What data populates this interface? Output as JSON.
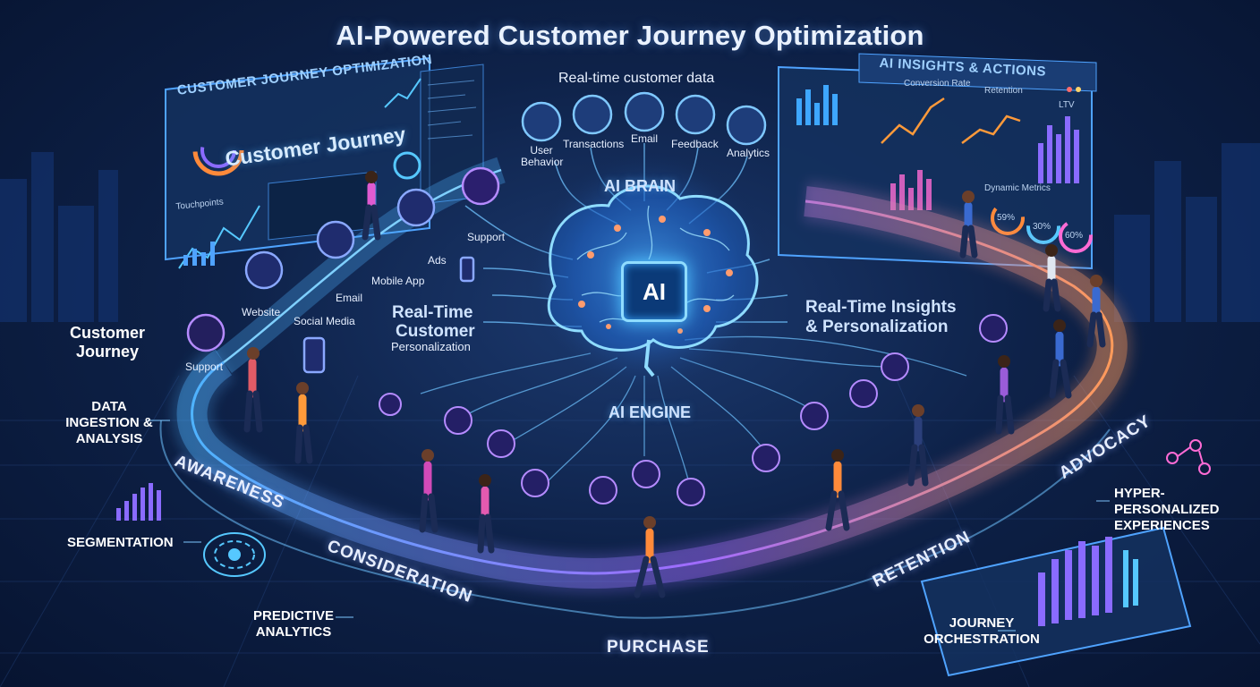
{
  "title": "AI-Powered Customer Journey Optimization",
  "left_panel": {
    "title": "CUSTOMER JOURNEY OPTIMIZATION",
    "headline": "Customer Journey",
    "small_label": "Touchpoints"
  },
  "right_panel": {
    "title": "AI INSIGHTS & ACTIONS",
    "metrics": [
      "Conversion Rate",
      "Retention",
      "LTV"
    ],
    "dynamic_title": "Dynamic Metrics",
    "gauges": [
      "59%",
      "30%",
      "60%"
    ]
  },
  "data_sources": {
    "header": "Real-time customer data",
    "items": [
      "User Behavior",
      "Transactions",
      "Email",
      "Feedback",
      "Analytics"
    ]
  },
  "brain": {
    "label": "AI BRAIN",
    "chip": "AI",
    "engine": "AI ENGINE"
  },
  "touchpoints": [
    "Support",
    "Website",
    "Email",
    "Social Media",
    "Mobile App",
    "Ads",
    "Support"
  ],
  "center_left": {
    "line1": "Real-Time",
    "line2": "Customer",
    "line3": "Personalization"
  },
  "center_right": {
    "line1": "Real-Time Insights",
    "line2": "& Personalization"
  },
  "left_column": {
    "journey": "Customer Journey",
    "ingestion": "DATA INGESTION & ANALYSIS",
    "segmentation": "SEGMENTATION",
    "predictive": "PREDICTIVE ANALYTICS"
  },
  "right_column": {
    "hyper": "HYPER-PERSONALIZED EXPERIENCES",
    "orchestration": "JOURNEY ORCHESTRATION"
  },
  "stages": [
    "AWARENESS",
    "CONSIDERATION",
    "PURCHASE",
    "RETENTION",
    "ADVOCACY"
  ],
  "colors": {
    "background": "#0e2249",
    "road_blue": "#4fb3ff",
    "road_purple": "#a06bff",
    "road_orange": "#ff9a5a",
    "glow": "#6fd3ff",
    "node": "#ff8a6a"
  }
}
